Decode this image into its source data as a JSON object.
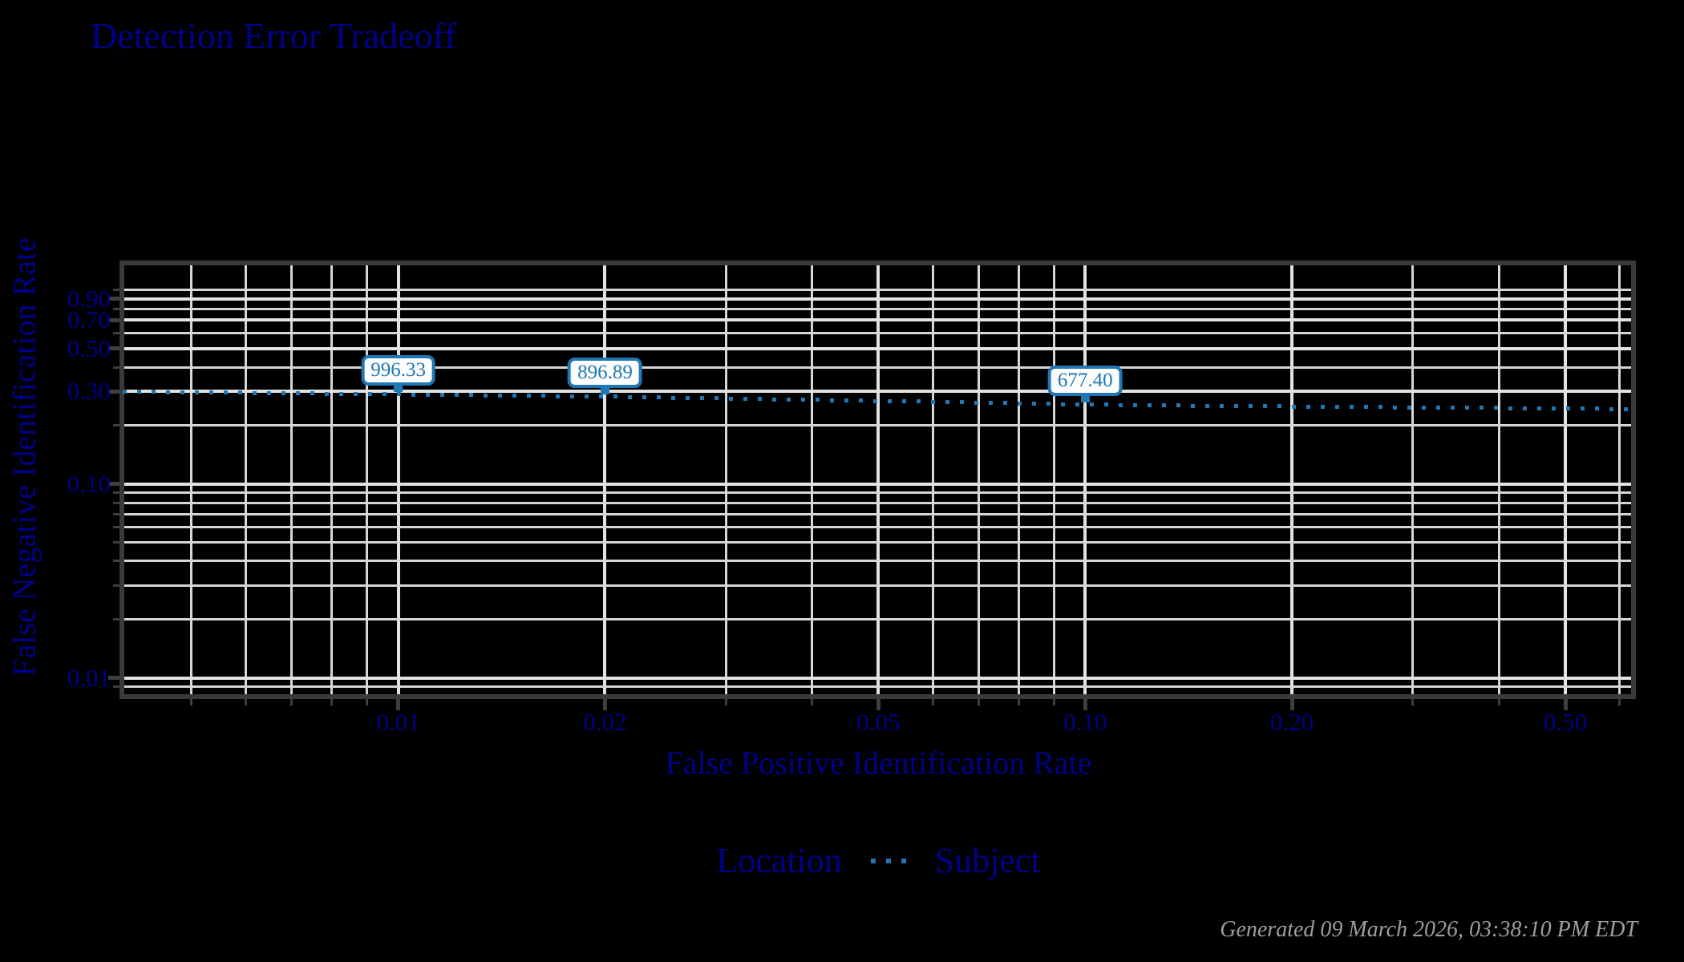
{
  "title": "Detection Error Tradeoff",
  "footer": "Generated 09 March 2026, 03:38:10 PM EDT",
  "legend": {
    "title": "Location",
    "series_label": "Subject",
    "marker": "dotted-line-sample"
  },
  "colors": {
    "background": "#000000",
    "navy_text": "#00008b",
    "series_blue": "#1f78b4",
    "gridline": "#d6d6d6",
    "gridline_major": "#e2e2e2",
    "spine": "#3a3a3a",
    "tick": "#3f3f3f",
    "footer_gray": "#9e9e9e",
    "annotation_bg": "#fdfdfd"
  },
  "chart_data": {
    "type": "line",
    "title": "Detection Error Tradeoff",
    "xlabel": "False Positive Identification Rate",
    "ylabel": "False Negative Identification Rate",
    "xscale": "log",
    "yscale": "log",
    "xlim": [
      0.00396,
      0.63
    ],
    "ylim": [
      0.008,
      1.38
    ],
    "grid": true,
    "legend_title": "Location",
    "legend_position": "bottom-center",
    "x_major_ticks": [
      {
        "value": 0.01,
        "label": "0.01"
      },
      {
        "value": 0.02,
        "label": "0.02"
      },
      {
        "value": 0.05,
        "label": "0.05"
      },
      {
        "value": 0.1,
        "label": "0.10"
      },
      {
        "value": 0.2,
        "label": "0.20"
      },
      {
        "value": 0.5,
        "label": "0.50"
      }
    ],
    "x_minor_ticks": [
      0.005,
      0.006,
      0.007,
      0.008,
      0.009,
      0.03,
      0.04,
      0.06,
      0.07,
      0.08,
      0.09,
      0.3,
      0.4,
      0.6
    ],
    "y_major_ticks": [
      {
        "value": 0.9,
        "label": "0.90"
      },
      {
        "value": 0.7,
        "label": "0.70"
      },
      {
        "value": 0.5,
        "label": "0.50"
      },
      {
        "value": 0.3,
        "label": "0.30"
      },
      {
        "value": 0.1,
        "label": "0.10"
      },
      {
        "value": 0.01,
        "label": "0.01"
      }
    ],
    "y_minor_ticks": [
      1.0,
      0.8,
      0.6,
      0.4,
      0.2,
      0.09,
      0.08,
      0.07,
      0.06,
      0.05,
      0.04,
      0.03,
      0.02,
      0.009
    ],
    "series": [
      {
        "name": "Subject",
        "style": "dotted",
        "color": "#1f78b4",
        "x": [
          0.004,
          0.006,
          0.01,
          0.02,
          0.03,
          0.05,
          0.07,
          0.1,
          0.15,
          0.2,
          0.3,
          0.5,
          0.63
        ],
        "y": [
          0.299,
          0.295,
          0.29,
          0.282,
          0.276,
          0.268,
          0.263,
          0.257,
          0.253,
          0.251,
          0.248,
          0.245,
          0.243
        ]
      }
    ],
    "annotations": [
      {
        "x": 0.01,
        "label": "996.33"
      },
      {
        "x": 0.02,
        "label": "896.89"
      },
      {
        "x": 0.1,
        "label": "677.40"
      }
    ]
  }
}
